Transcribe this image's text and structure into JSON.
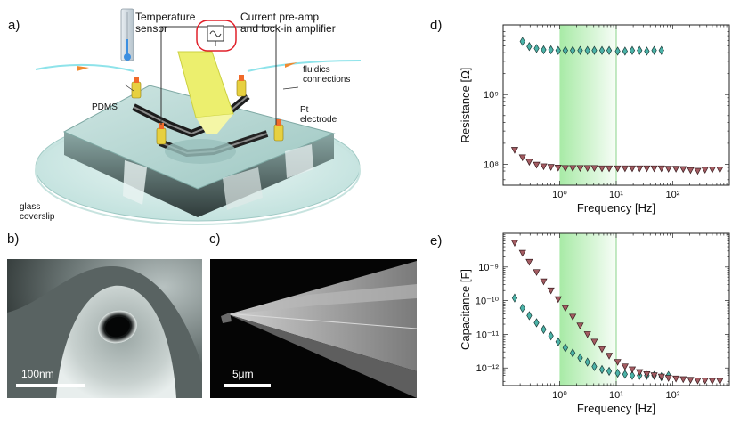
{
  "panel_labels": {
    "a": "a)",
    "b": "b)",
    "c": "c)",
    "d": "d)",
    "e": "e)"
  },
  "schematic": {
    "temperature_sensor": "Temperature\nsensor",
    "amplifier": "Current pre-amp\nand lock-in amplifier",
    "fluidics": "fluidics\nconnections",
    "pdms": "PDMS",
    "pt_electrode": "Pt\nelectrode",
    "coverslip": "glass\ncoverslip"
  },
  "sem_b": {
    "scale_label": "100nm"
  },
  "sem_c": {
    "scale_label": "5μm"
  },
  "colors": {
    "series_diamond": "#4bb3a8",
    "series_triangle": "#a45c62",
    "highlight": "#9ee89c"
  },
  "chart_data": [
    {
      "id": "d",
      "type": "scatter",
      "xscale": "log",
      "yscale": "log",
      "xlabel": "Frequency [Hz]",
      "ylabel": "Resistance [Ω]",
      "xlim": [
        0.1,
        1000
      ],
      "ylim": [
        50000000,
        10000000000
      ],
      "xticks": [
        1,
        10,
        100
      ],
      "xtick_labels": [
        "10⁰",
        "10¹",
        "10²"
      ],
      "yticks": [
        100000000,
        1000000000
      ],
      "ytick_labels": [
        "10⁸",
        "10⁹"
      ],
      "highlight_band": [
        1,
        10
      ],
      "series": [
        {
          "marker": "diamond",
          "x": [
            0.22,
            0.29,
            0.39,
            0.52,
            0.7,
            0.94,
            1.26,
            1.7,
            2.3,
            3.1,
            4.1,
            5.6,
            7.5,
            10.6,
            14.3,
            19.2,
            25.9,
            34.8,
            46.8,
            63
          ],
          "y": [
            5800000000,
            4900000000,
            4600000000,
            4400000000,
            4400000000,
            4300000000,
            4300000000,
            4300000000,
            4300000000,
            4300000000,
            4300000000,
            4300000000,
            4300000000,
            4200000000,
            4200000000,
            4300000000,
            4300000000,
            4200000000,
            4300000000,
            4300000000
          ]
        },
        {
          "marker": "triangle",
          "x": [
            0.16,
            0.22,
            0.29,
            0.39,
            0.52,
            0.7,
            0.94,
            1.26,
            1.7,
            2.3,
            3.1,
            4.1,
            5.6,
            7.5,
            10.6,
            14.3,
            19.2,
            25.9,
            34.8,
            46.8,
            63,
            84,
            114,
            153,
            206,
            276,
            372,
            500,
            680
          ],
          "y": [
            160000000,
            125000000,
            108000000,
            98000000,
            93000000,
            91000000,
            89000000,
            88000000,
            88000000,
            88000000,
            88000000,
            88000000,
            87000000,
            87000000,
            87000000,
            87000000,
            87000000,
            87000000,
            87000000,
            87000000,
            87000000,
            86000000,
            86000000,
            85000000,
            82000000,
            80000000,
            83000000,
            84000000,
            84000000
          ]
        }
      ]
    },
    {
      "id": "e",
      "type": "scatter",
      "xscale": "log",
      "yscale": "log",
      "xlabel": "Frequency [Hz]",
      "ylabel": "Capacitance [F]",
      "xlim": [
        0.1,
        1000
      ],
      "ylim": [
        3e-13,
        1e-08
      ],
      "xticks": [
        1,
        10,
        100
      ],
      "xtick_labels": [
        "10⁰",
        "10¹",
        "10²"
      ],
      "yticks": [
        1e-12,
        1e-11,
        1e-10,
        1e-09
      ],
      "ytick_labels": [
        "10⁻¹²",
        "10⁻¹¹",
        "10⁻¹⁰",
        "10⁻⁹"
      ],
      "highlight_band": [
        1,
        10
      ],
      "series": [
        {
          "marker": "diamond",
          "x": [
            0.16,
            0.22,
            0.29,
            0.39,
            0.52,
            0.7,
            0.94,
            1.26,
            1.7,
            2.3,
            3.1,
            4.1,
            5.6,
            7.5,
            10.6,
            14.3,
            19.2,
            25.9,
            34.8,
            46.8,
            63,
            84
          ],
          "y": [
            1.2e-10,
            6e-11,
            3.6e-11,
            2.2e-11,
            1.4e-11,
            9e-12,
            6e-12,
            4e-12,
            2.8e-12,
            2e-12,
            1.5e-12,
            1.1e-12,
            9e-13,
            8e-13,
            7e-13,
            6.5e-13,
            6e-13,
            6e-13,
            6e-13,
            6e-13,
            5.5e-13,
            6e-13
          ]
        },
        {
          "marker": "triangle",
          "x": [
            0.16,
            0.22,
            0.29,
            0.39,
            0.52,
            0.7,
            0.94,
            1.26,
            1.7,
            2.3,
            3.1,
            4.1,
            5.6,
            7.5,
            10.6,
            14.3,
            19.2,
            25.9,
            34.8,
            46.8,
            63,
            84,
            114,
            153,
            206,
            276,
            372,
            500,
            680
          ],
          "y": [
            5.2e-09,
            2.6e-09,
            1.4e-09,
            7e-10,
            3.7e-10,
            2e-10,
            1.1e-10,
            6e-11,
            3.3e-11,
            1.8e-11,
            1e-11,
            6e-12,
            3.6e-12,
            2.3e-12,
            1.5e-12,
            1.1e-12,
            9e-13,
            7.5e-13,
            6.5e-13,
            6e-13,
            5.5e-13,
            5e-13,
            4.8e-13,
            4.6e-13,
            4.4e-13,
            4.2e-13,
            4.2e-13,
            4.1e-13,
            4.1e-13
          ]
        }
      ]
    }
  ]
}
